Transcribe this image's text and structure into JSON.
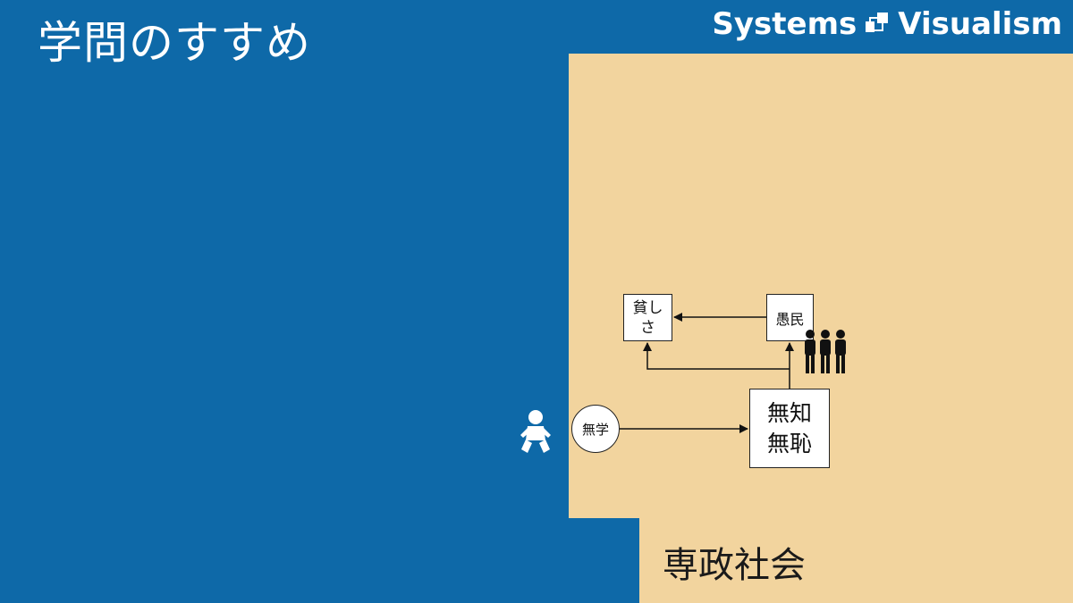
{
  "header": {
    "title": "学問のすすめ",
    "brand": "Systems Visualism"
  },
  "diagram": {
    "nodes": {
      "poverty": "貧しさ",
      "ignorant_people": "愚民",
      "ignorance_shamelessness": "無知無恥",
      "no_learning": "無学"
    },
    "region_label": "専政社会",
    "links": [
      {
        "from": "ignorant_people",
        "to": "poverty"
      },
      {
        "from": "ignorance_shamelessness",
        "to": "ignorant_people"
      },
      {
        "from": "ignorance_shamelessness",
        "to": "poverty"
      },
      {
        "from": "no_learning",
        "to": "ignorance_shamelessness"
      }
    ],
    "icons": [
      "baby-icon",
      "people-group-icon"
    ]
  },
  "colors": {
    "background": "#0e69a8",
    "panel": "#f2d49e",
    "node_fill": "#ffffff",
    "stroke": "#111111"
  }
}
